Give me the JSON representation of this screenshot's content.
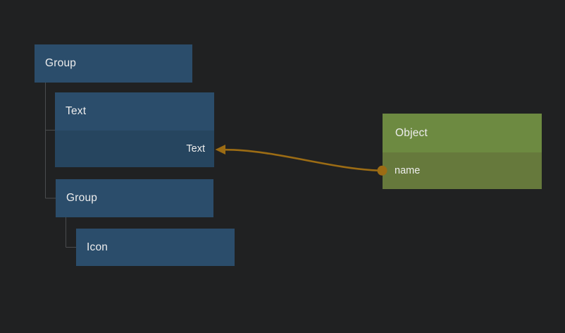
{
  "tree": {
    "nodes": [
      {
        "label": "Group"
      },
      {
        "label": "Text",
        "ports": [
          {
            "label": "Text"
          }
        ]
      },
      {
        "label": "Group"
      },
      {
        "label": "Icon"
      }
    ]
  },
  "object_node": {
    "title": "Object",
    "properties": [
      {
        "label": "name"
      }
    ]
  },
  "connection": {
    "from": "Object.name",
    "to": "Text.Text"
  },
  "colors": {
    "canvas_bg": "#202122",
    "layer_node_bg": "#2b4d6b",
    "layer_node_row_bg": "#26455f",
    "object_node_bg": "#6d8a41",
    "object_node_row_bg": "#66793c",
    "wire": "#9c6c14",
    "tree_line": "#4a4c4e",
    "node_text": "#ededed"
  }
}
